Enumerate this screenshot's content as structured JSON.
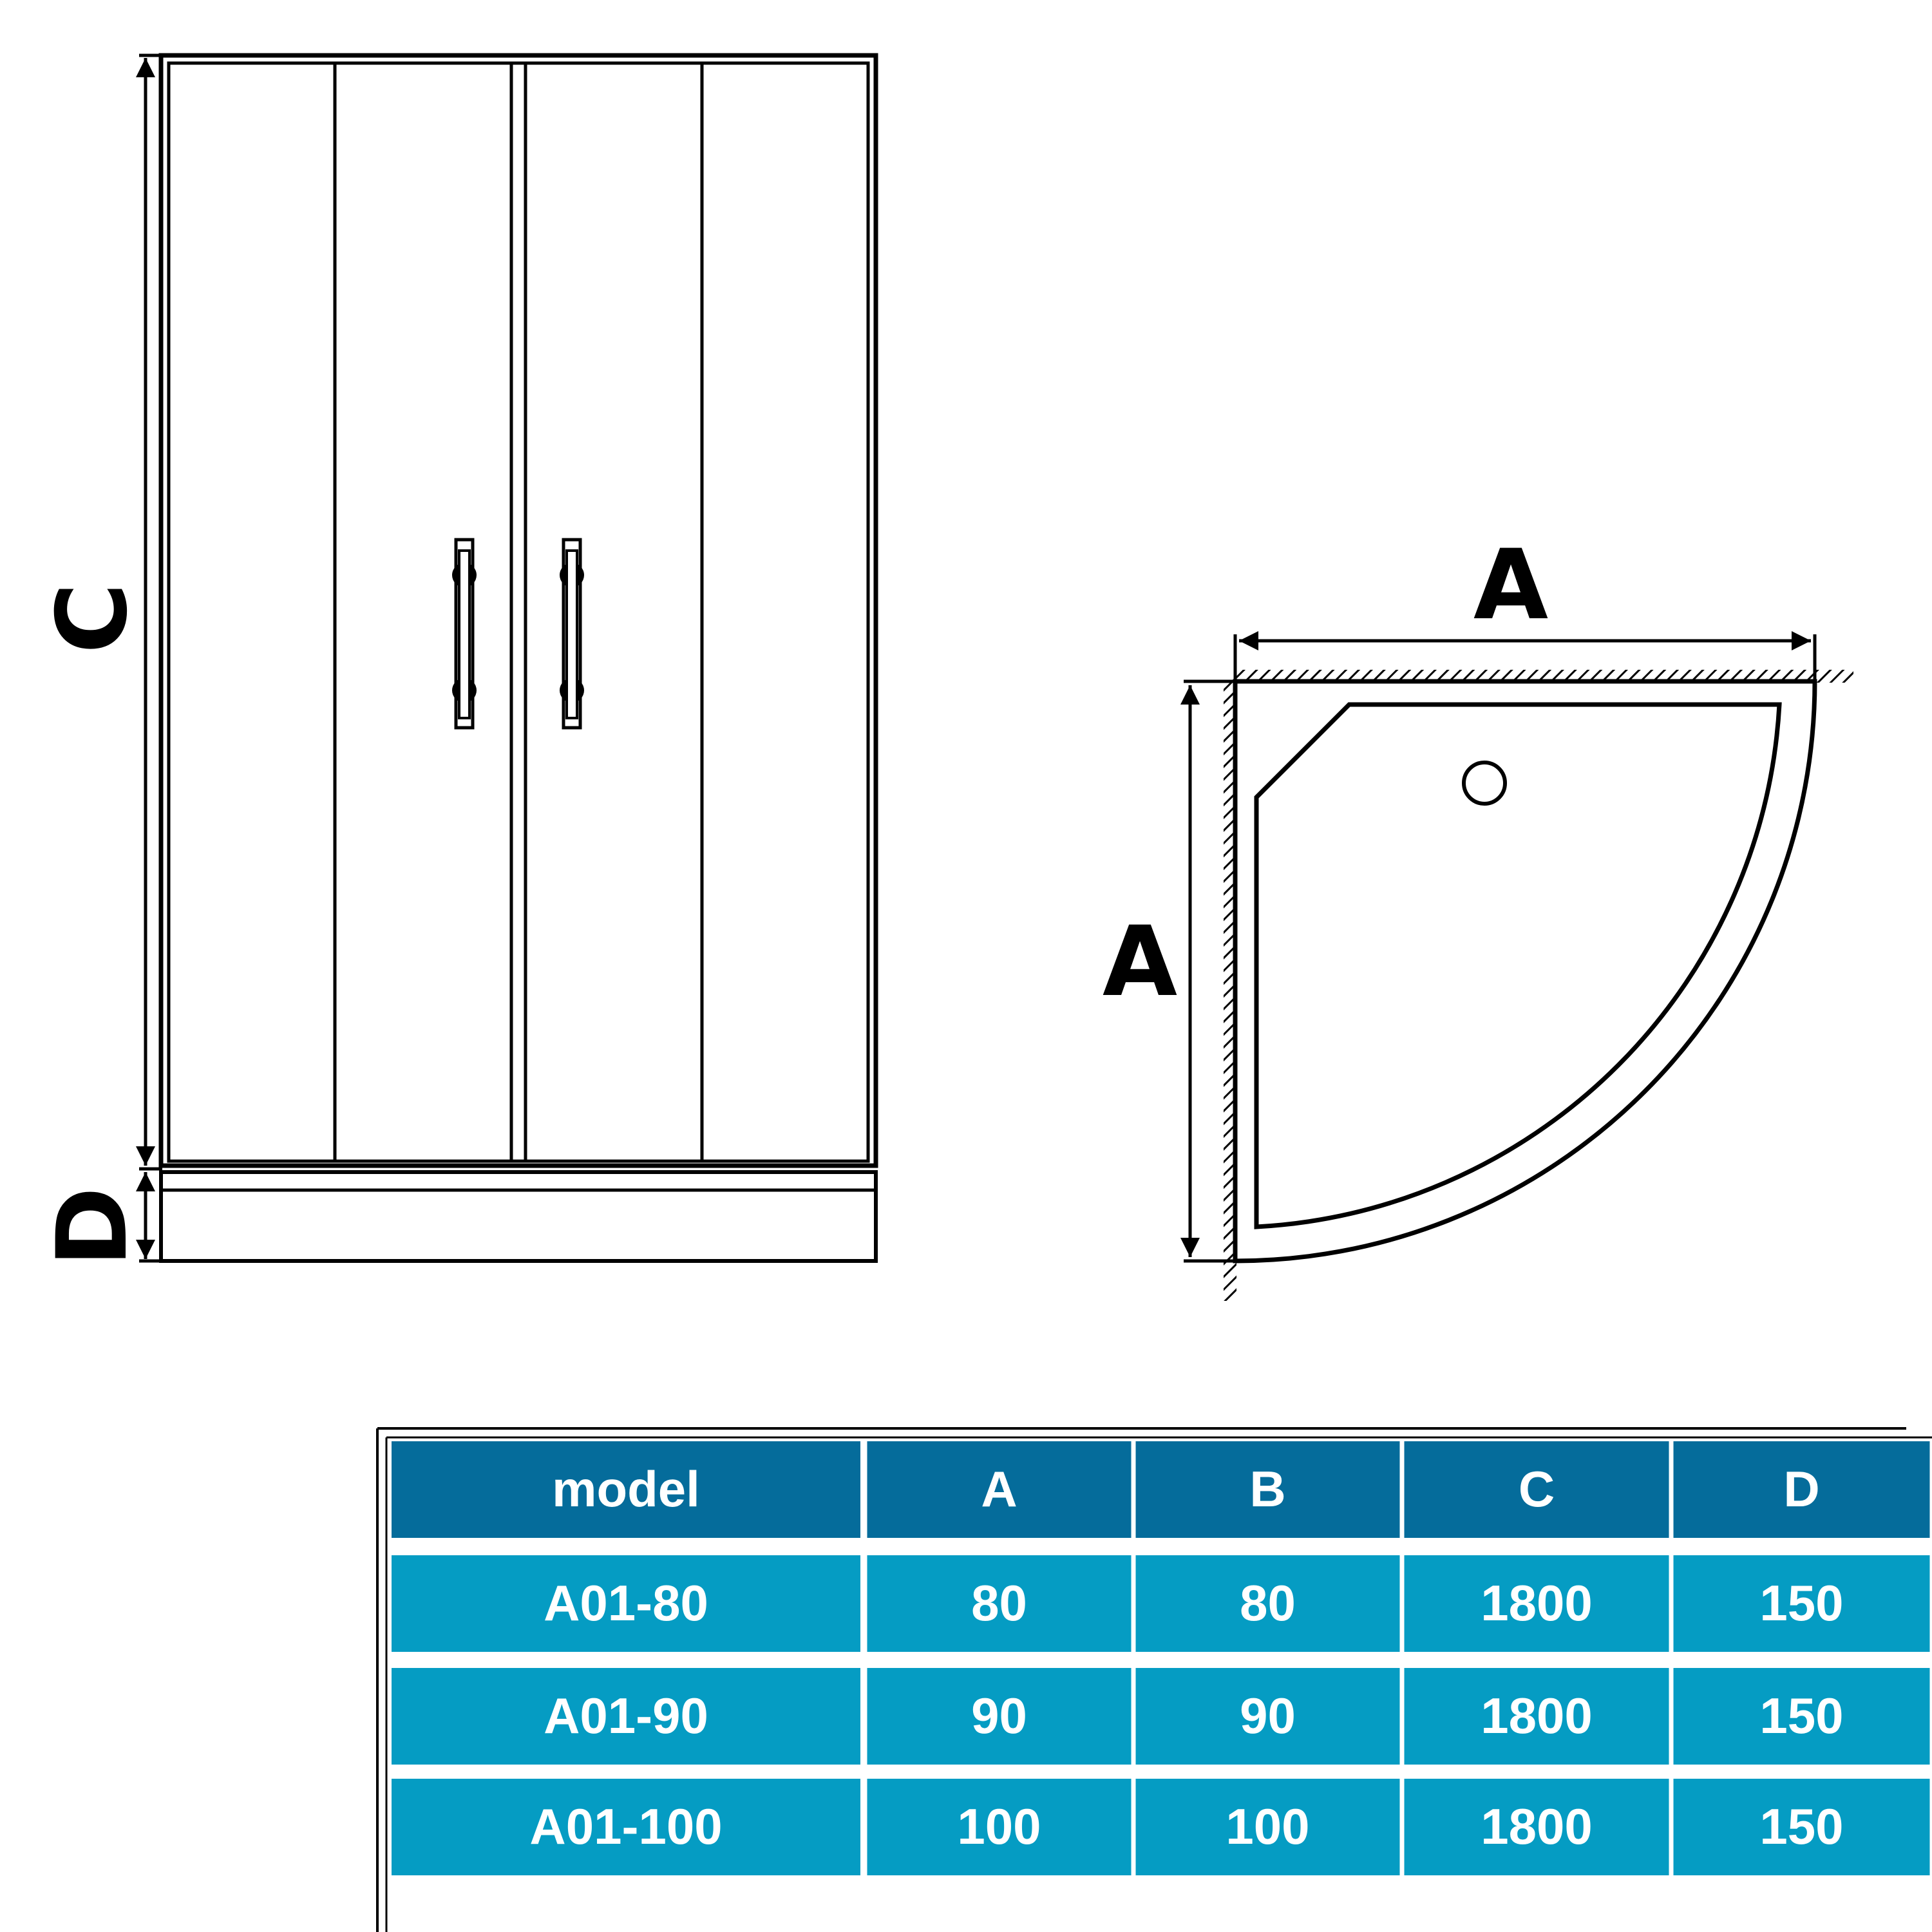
{
  "front_view": {
    "label_height": "C",
    "label_base": "D"
  },
  "top_view": {
    "label_width": "A",
    "label_depth": "A"
  },
  "spec_table": {
    "headers": [
      "model",
      "A",
      "B",
      "C",
      "D"
    ],
    "rows": [
      [
        "A01-80",
        "80",
        "80",
        "1800",
        "150"
      ],
      [
        "A01-90",
        "90",
        "90",
        "1800",
        "150"
      ],
      [
        "A01-100",
        "100",
        "100",
        "1800",
        "150"
      ]
    ],
    "colors": {
      "header": "#056c9b",
      "row": "#059cc3",
      "text": "#ffffff"
    }
  }
}
